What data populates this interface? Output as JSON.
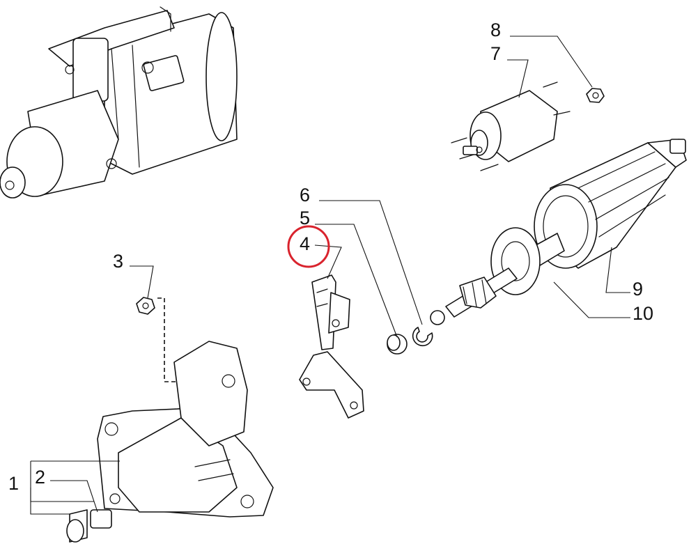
{
  "diagram": {
    "callouts": [
      {
        "id": "1",
        "label": "1"
      },
      {
        "id": "2",
        "label": "2"
      },
      {
        "id": "3",
        "label": "3"
      },
      {
        "id": "4",
        "label": "4"
      },
      {
        "id": "5",
        "label": "5"
      },
      {
        "id": "6",
        "label": "6"
      },
      {
        "id": "7",
        "label": "7"
      },
      {
        "id": "8",
        "label": "8"
      },
      {
        "id": "9",
        "label": "9"
      },
      {
        "id": "10",
        "label": "10"
      }
    ],
    "highlighted_callout": "4",
    "colors": {
      "line": "#111111",
      "highlight": "#d9232d",
      "background": "#ffffff"
    }
  }
}
